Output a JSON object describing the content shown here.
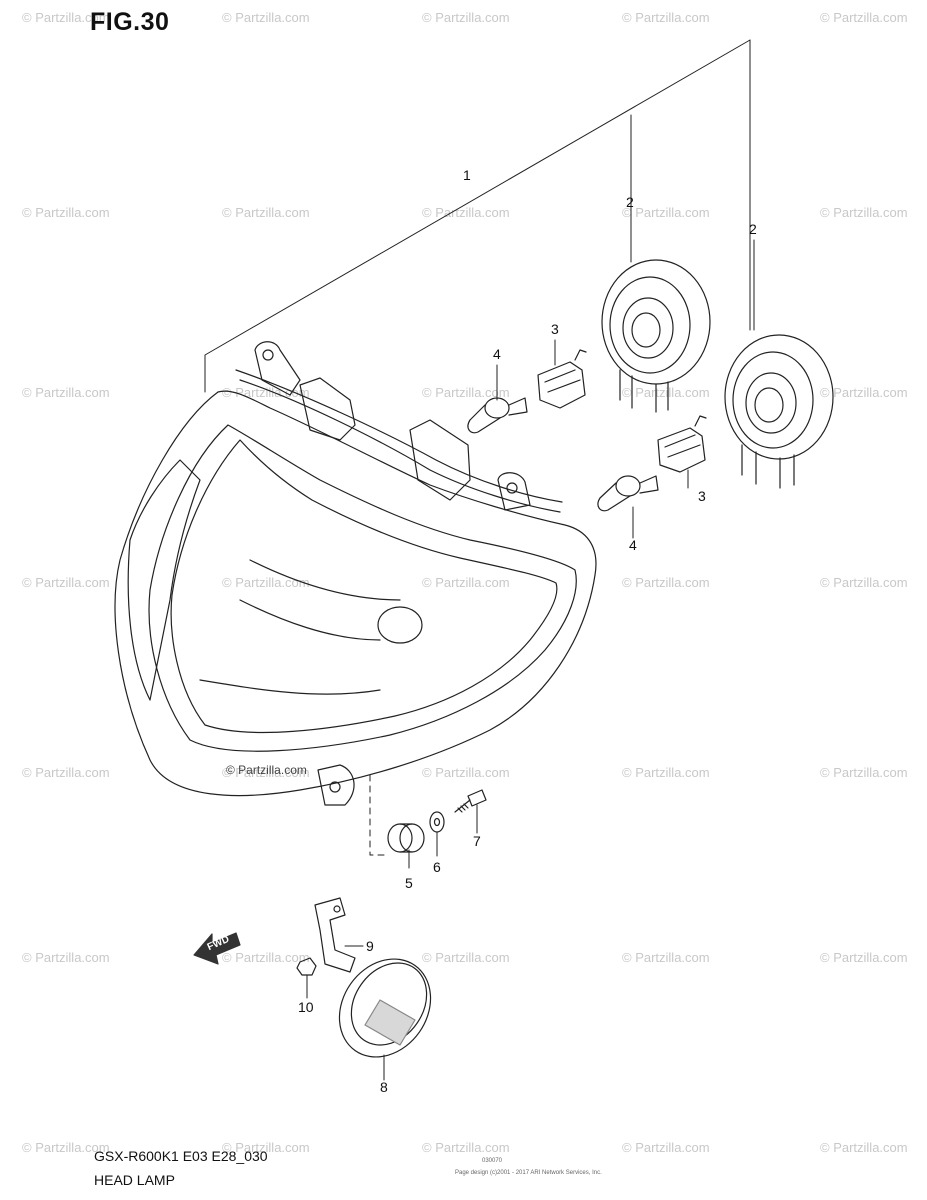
{
  "figure": {
    "title": "FIG.30",
    "model_code": "GSX-R600K1 E03 E28_030",
    "assembly_name": "HEAD LAMP",
    "sheet_code": "030070",
    "copyright": "Page design (c)2001 - 2017 ARI Network Services, Inc."
  },
  "watermark_text": "© Partzilla.com",
  "inline_watermark": "© Partzilla.com",
  "forward_arrow_label": "FWD",
  "callouts": {
    "c1": "1",
    "c2a": "2",
    "c2b": "2",
    "c3a": "3",
    "c3b": "3",
    "c4a": "4",
    "c4b": "4",
    "c5": "5",
    "c6": "6",
    "c7": "7",
    "c8": "8",
    "c9": "9",
    "c10": "10"
  }
}
